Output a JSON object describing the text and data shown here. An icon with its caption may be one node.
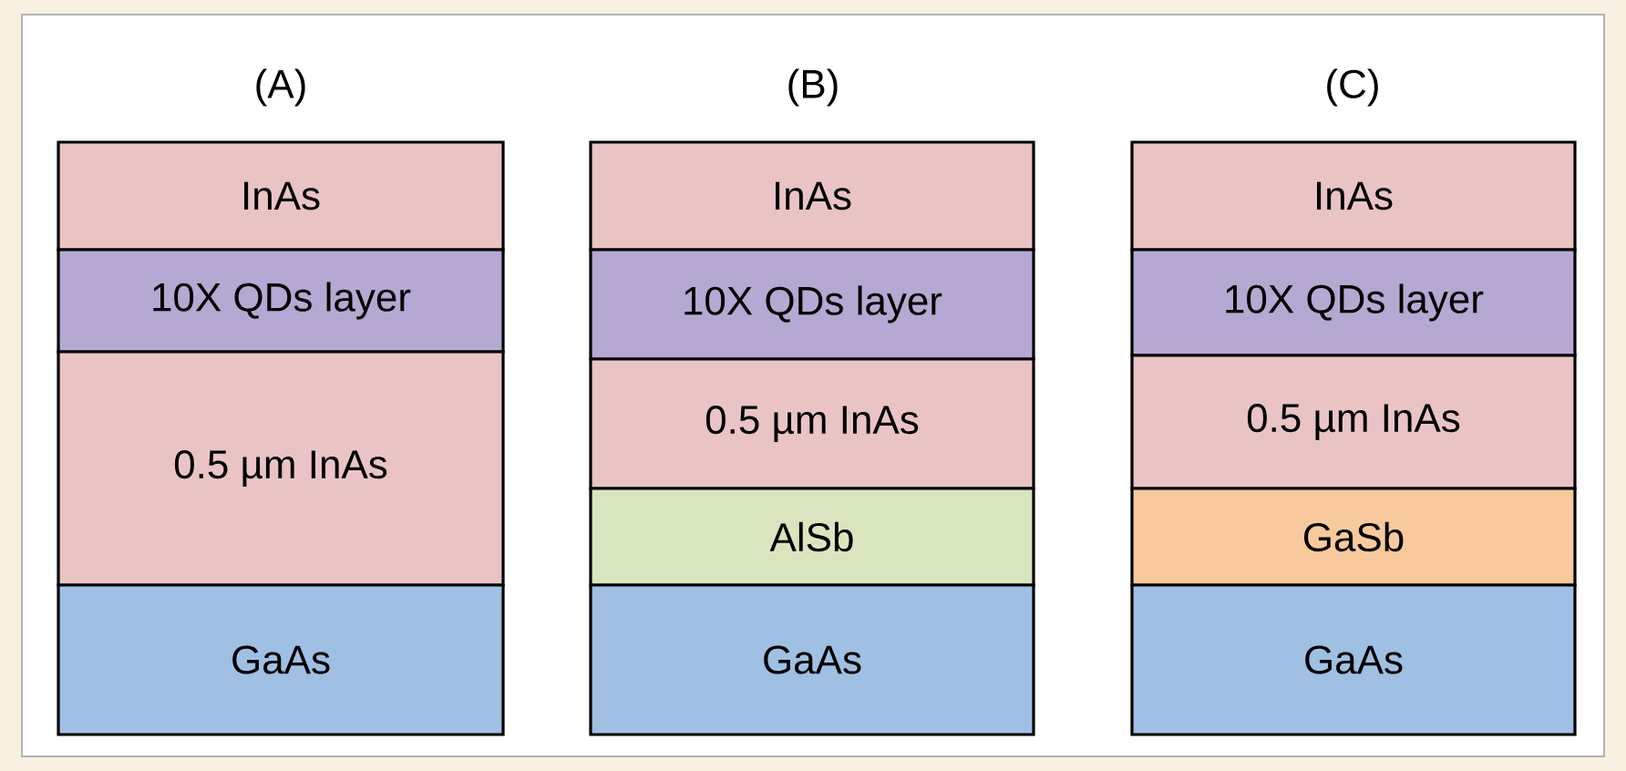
{
  "diagram": {
    "nodes": [
      {
        "text": [
          "InAs"
        ]
      },
      {
        "text": [
          "10X QDs layer"
        ]
      },
      {
        "text": [
          "0.5 µm InAs"
        ]
      },
      {
        "text": [
          "GaAs"
        ]
      },
      {
        "text": [
          "InAs"
        ]
      },
      {
        "text": [
          "10X QDs layer"
        ]
      },
      {
        "text": [
          "0.5 µm InAs"
        ]
      },
      {
        "text": [
          "AlSb"
        ]
      },
      {
        "text": [
          "GaAs"
        ]
      },
      {
        "text": [
          "InAs"
        ]
      },
      {
        "text": [
          "10X QDs layer"
        ]
      },
      {
        "text": [
          "0.5 µm InAs"
        ]
      },
      {
        "text": [
          "GaSb"
        ]
      },
      {
        "text": [
          "GaAs"
        ]
      }
    ],
    "labels": [
      "(A)",
      "(B)",
      "(C)"
    ]
  }
}
